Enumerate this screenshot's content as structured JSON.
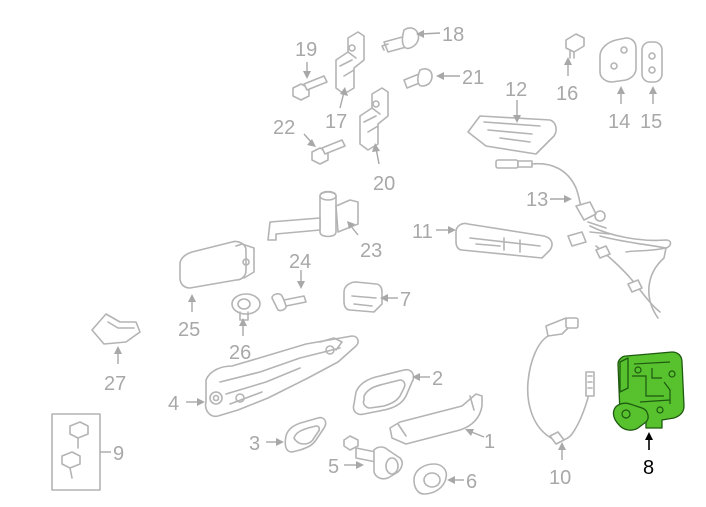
{
  "colors": {
    "part_outline": "#b4b4b4",
    "label_gray": "#a8a8a8",
    "highlight_fill": "#57c12e",
    "highlight_outline": "#1e5a10",
    "highlight_label": "#000000"
  },
  "labels": {
    "p1": "1",
    "p2": "2",
    "p3": "3",
    "p4": "4",
    "p5": "5",
    "p6": "6",
    "p7": "7",
    "p8": "8",
    "p9": "9",
    "p10": "10",
    "p11": "11",
    "p12": "12",
    "p13": "13",
    "p14": "14",
    "p15": "15",
    "p16": "16",
    "p17": "17",
    "p18": "18",
    "p19": "19",
    "p20": "20",
    "p21": "21",
    "p22": "22",
    "p23": "23",
    "p24": "24",
    "p25": "25",
    "p26": "26",
    "p27": "27"
  },
  "highlighted_part": "8"
}
